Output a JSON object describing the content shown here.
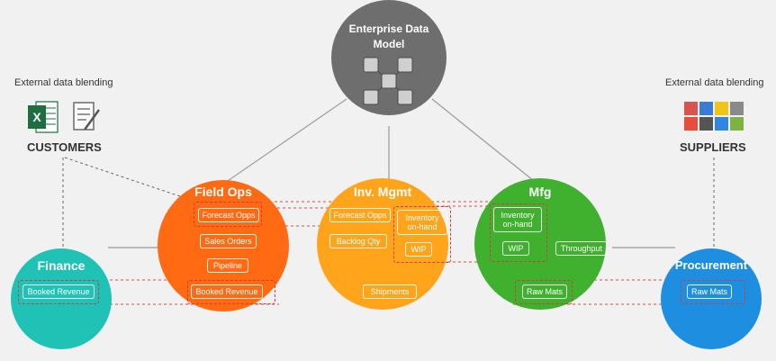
{
  "center": {
    "title_line1": "Enterprise Data",
    "title_line2": "Model",
    "color": "#6e6e6e"
  },
  "left_source": {
    "caption": "External data blending",
    "title": "CUSTOMERS",
    "icons": [
      "excel-icon",
      "document-icon"
    ]
  },
  "right_source": {
    "caption": "External data blending",
    "title": "SUPPLIERS",
    "icons": [
      "app-grid-icon"
    ]
  },
  "field_ops": {
    "title": "Field Ops",
    "color": "#ff6a13",
    "items": [
      "Forecast Opps",
      "Sales Orders",
      "Pipeline",
      "Booked Revenue"
    ]
  },
  "inv_mgmt": {
    "title": "Inv. Mgmt",
    "color": "#ffa41b",
    "items": [
      "Forecast Opps",
      "Inventory",
      "on-hand",
      "Backlog Qty",
      "WIP",
      "Shipments"
    ]
  },
  "mfg": {
    "title": "Mfg",
    "color": "#3fb12e",
    "items": [
      "Inventory",
      "on-hand",
      "WIP",
      "Throughput",
      "Raw Mats"
    ]
  },
  "finance": {
    "title": "Finance",
    "color": "#1fc2b4",
    "items": [
      "Booked Revenue"
    ]
  },
  "procurement": {
    "title": "Procurement",
    "color": "#1e8fe0",
    "items": [
      "Raw Mats"
    ]
  },
  "connector_color": "#e04a4a"
}
